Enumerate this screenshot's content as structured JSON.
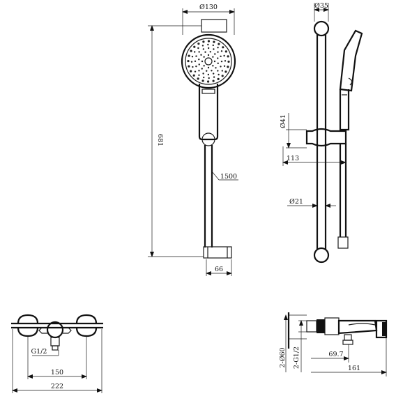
{
  "dimensions": {
    "head_diameter": "Ø130",
    "rail_length": "681",
    "hose_length": "1500",
    "bracket_width": "66",
    "rail_top_diameter": "Ø35",
    "slider_diameter": "Ø41",
    "projection": "113",
    "rail_diameter": "Ø21",
    "center_distance": "150",
    "total_width": "222",
    "inlet_thread": "G1/2",
    "mount_diameter": "2-Ø60",
    "mount_thread": "2-G1/2",
    "outlet_offset": "69.7",
    "depth": "161"
  },
  "colors": {
    "line": "#1a1a1a",
    "background": "#ffffff"
  }
}
